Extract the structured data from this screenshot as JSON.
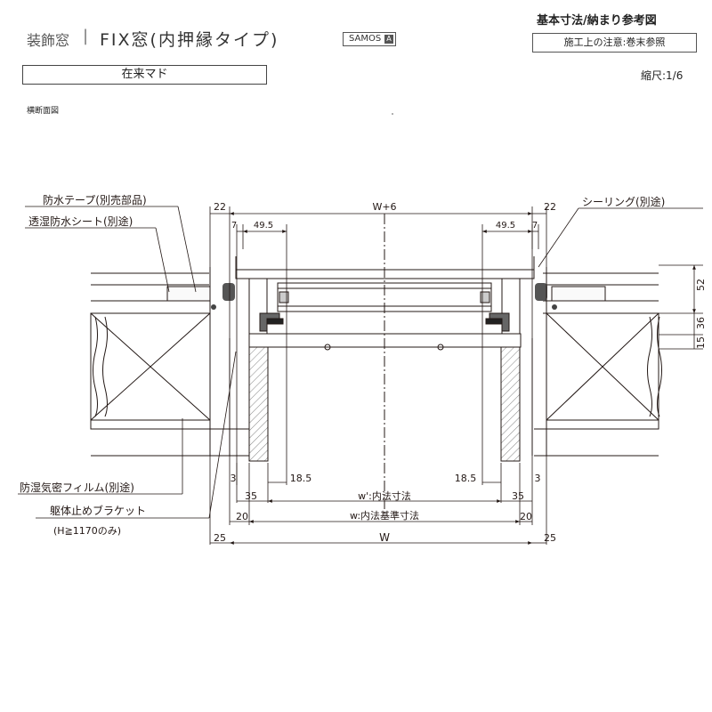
{
  "header": {
    "category": "装飾窓",
    "separator": "|",
    "title": "FIX窓(内押縁タイプ)",
    "brand": "SAMOS",
    "brand_badge": "A",
    "doc_title": "基本寸法/納まり参考図",
    "note": "施工上の注意:巻末参照",
    "type_label": "在来マド",
    "scale": "縮尺:1/6",
    "view_label": "横断面図"
  },
  "callouts": {
    "waterproof_tape": "防水テープ(別売部品)",
    "breathable_sheet": "透湿防水シート(別途)",
    "sealing": "シーリング(別途)",
    "vapor_film": "防湿気密フィルム(別途)",
    "bracket": "躯体止めブラケット",
    "bracket_note": "(H≧1170のみ)"
  },
  "dimensions": {
    "w_plus_6": "W+6",
    "left_22": "22",
    "right_22": "22",
    "left_7": "7",
    "right_7": "7",
    "left_49_5": "49.5",
    "right_49_5": "49.5",
    "v_52": "52",
    "v_36": "36",
    "v_15": "15",
    "left_3": "3",
    "right_3": "3",
    "left_18_5": "18.5",
    "right_18_5": "18.5",
    "left_35": "35",
    "right_35": "35",
    "inner_clear": "w':内法寸法",
    "left_20": "20",
    "right_20": "20",
    "inner_ref": "w:内法基準寸法",
    "left_25": "25",
    "right_25": "25",
    "overall_w": "W"
  },
  "colors": {
    "line": "#231815",
    "wood_fill": "#f2f2f2",
    "hatch": "#888888"
  }
}
